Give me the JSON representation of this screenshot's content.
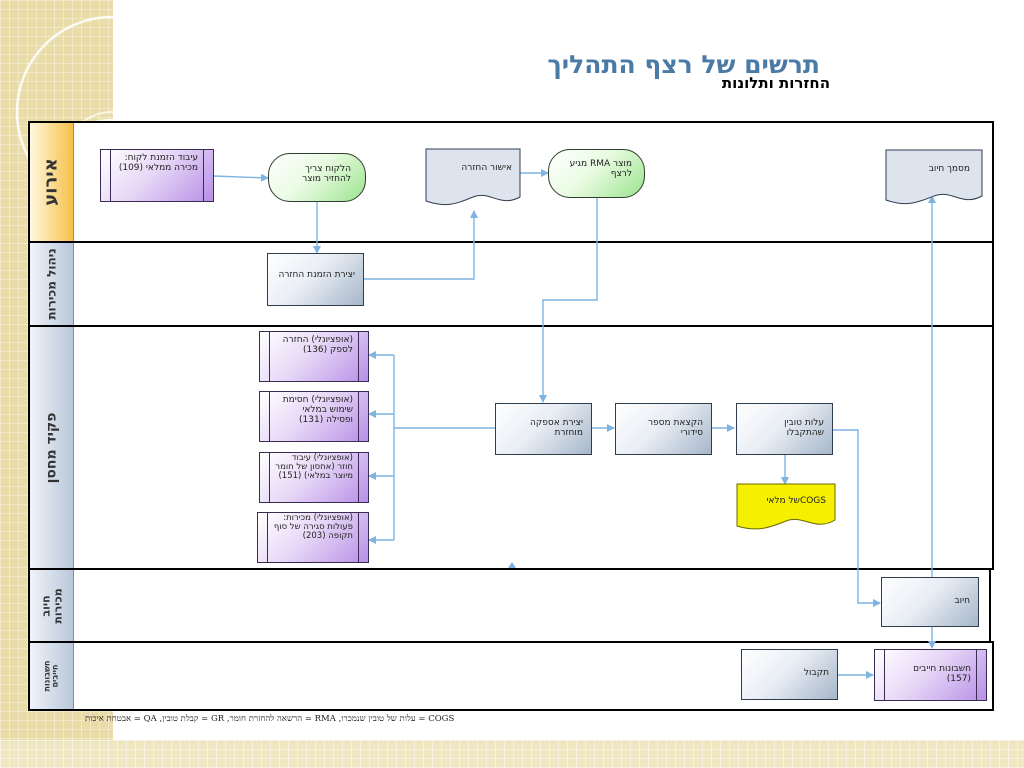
{
  "header": {
    "title": "תרשים של רצף התהליך",
    "subtitle": "החזרות ותלונות"
  },
  "lanes": {
    "event": "אירוע",
    "sales_management": "ניהול מכירות",
    "warehouse_clerk": "פקיד מחסן",
    "sales_billing": "חיוב מכירות",
    "receivables": "חשבונות חייבים"
  },
  "steps": {
    "sales_order_processing": "עיבוד הזמנת לקוח: מכירה ממלאי (109)",
    "customer_returns_product": "הלקוח צריך להחזיר מוצר",
    "return_approval": "אישור החזרה",
    "rma_product_arrives": "מוצר RMA מגיע לרצף",
    "billing_document": "מסמך חיוב",
    "create_return_order": "יצירת הזמנת החזרה",
    "return_to_vendor": "(אופציונלי) החזרה לספק (136)",
    "block_usage": "(אופציונלי) חסימת שימוש במלאי ופסילה (131)",
    "reprocess_material": "(אופציונלי) עיבוד חוזר (אחסון של חומר מיוצר במלאי) (151)",
    "period_end_closing": "(אופציונלי) מכירות: פעולות סגירה של סוף תקופה (203)",
    "create_return_delivery": "יצירת אספקה מוחזרת",
    "assign_serial_number": "הקצאת מספר סידורי",
    "cost_of_goods_received": "עלות טובין שהתקבלו",
    "inventory_cogs": "COGSשל מלאי",
    "billing": "חיוב",
    "receipt": "תקבול",
    "receivables_157": "חשבונות חייבים (157)"
  },
  "legend": "COGS = עלות של טובין שנמכרו, RMA = הרשאה להחזרת חומר, GR = קבלת טובין, QA = אבטחת איכות",
  "colors": {
    "title": "#4a7aa6",
    "connector": "#7fb3e0",
    "event_lane": "#f5c048",
    "purple_step": "#b78fe6",
    "green_step": "#9be38e",
    "yellow_doc": "#f5ef00"
  }
}
